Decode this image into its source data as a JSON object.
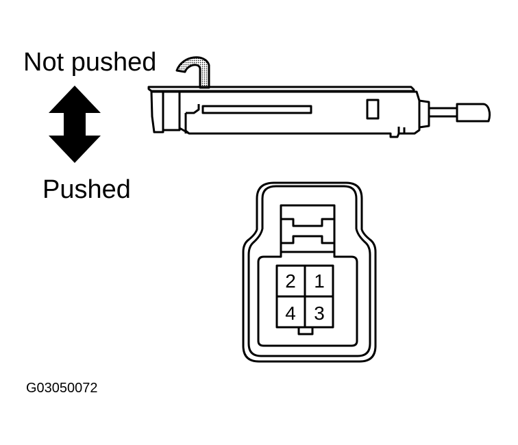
{
  "labels": {
    "not_pushed": "Not pushed",
    "pushed": "Pushed",
    "figure_code": "G03050072"
  },
  "connector": {
    "pins": [
      "2",
      "1",
      "4",
      "3"
    ]
  },
  "colors": {
    "ink": "#000000",
    "paper": "#ffffff"
  }
}
